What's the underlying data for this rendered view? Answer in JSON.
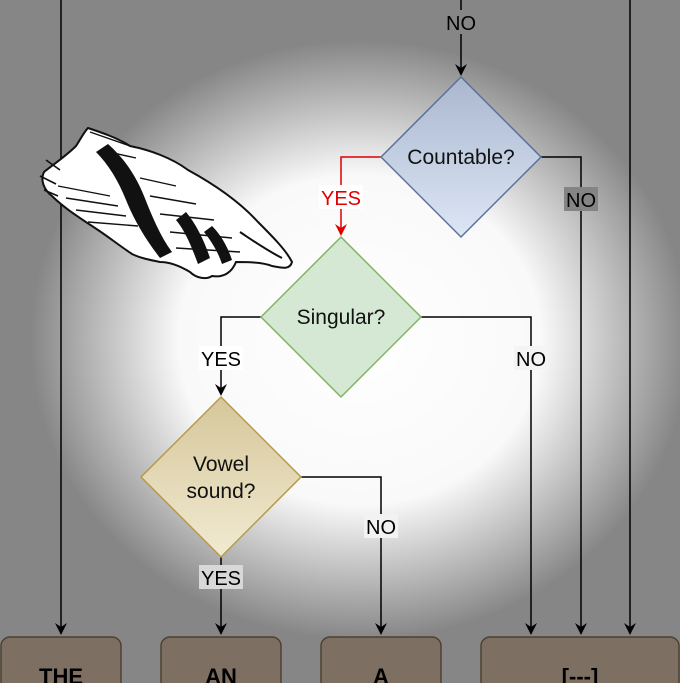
{
  "nodes": {
    "countable": "Countable?",
    "singular": "Singular?",
    "vowel_line1": "Vowel",
    "vowel_line2": "sound?"
  },
  "edges": {
    "top_no": "NO",
    "countable_yes": "YES",
    "countable_no": "NO",
    "singular_yes": "YES",
    "singular_no": "NO",
    "vowel_yes": "YES",
    "vowel_no": "NO"
  },
  "results": {
    "the": "THE",
    "an": "AN",
    "a": "A",
    "none": "[---]"
  },
  "colors": {
    "background": "#868686",
    "highlight_edge": "#e00000",
    "countable_fill": "#c3d0e6",
    "countable_stroke": "#5b7199",
    "singular_fill": "#d5e8d4",
    "singular_stroke": "#82b366",
    "vowel_fill": "#e4d9b5",
    "vowel_stroke": "#b59a4a",
    "result_fill": "#7e6f63",
    "result_stroke": "#4d4033"
  }
}
